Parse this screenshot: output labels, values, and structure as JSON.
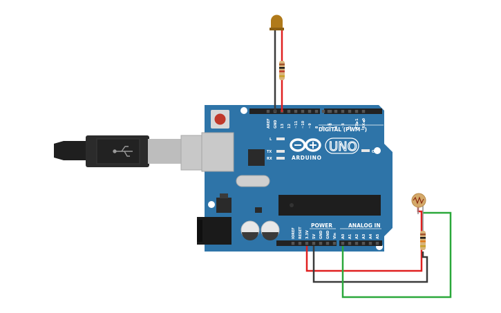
{
  "board": {
    "brand": "ARDUINO",
    "model": "UNO",
    "on_label": "ON",
    "digital_label": "DIGITAL (PWM~)",
    "power_label": "POWER",
    "analog_label": "ANALOG IN",
    "led_l": "L",
    "led_tx": "TX",
    "led_rx": "RX"
  },
  "digital_pins": [
    "AREF",
    "GND",
    "13",
    "12",
    "~11",
    "~10",
    "~9",
    "8",
    "7",
    "~6",
    "~5",
    "4",
    "~3",
    "2",
    "TX▶1",
    "RX◀0"
  ],
  "power_pins": [
    "IOREF",
    "RESET",
    "3.3V",
    "5V",
    "GND",
    "GND",
    "Vin"
  ],
  "analog_pins": [
    "A0",
    "A1",
    "A2",
    "A3",
    "A4",
    "A5"
  ],
  "wire_colors": {
    "power": "#e02020",
    "ground": "#3a3a3a",
    "signal": "#2aa83a"
  },
  "components": [
    "usb-cable",
    "led",
    "resistor",
    "photoresistor",
    "resistor"
  ]
}
